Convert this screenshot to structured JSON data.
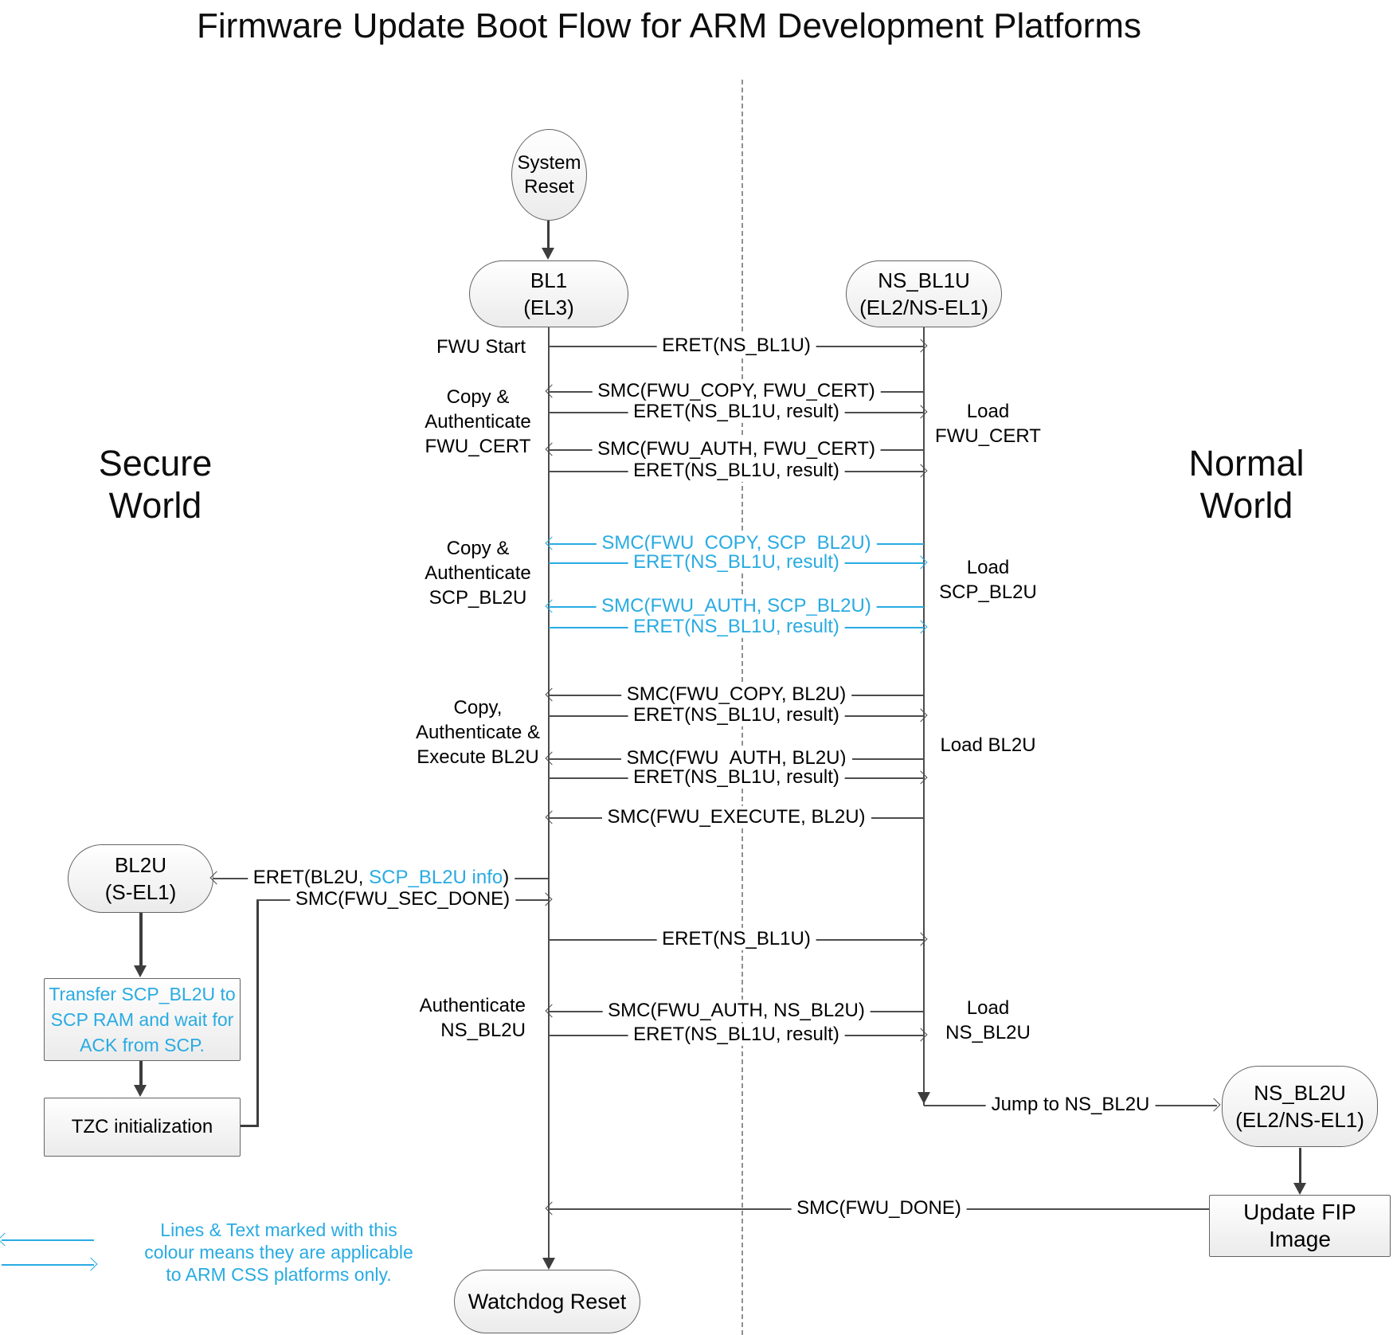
{
  "title": "Firmware Update Boot Flow for ARM Development Platforms",
  "world_labels": {
    "secure": "Secure\nWorld",
    "normal": "Normal\nWorld"
  },
  "nodes": {
    "system_reset": "System\nReset",
    "bl1": "BL1\n(EL3)",
    "ns_bl1u": "NS_BL1U\n(EL2/NS-EL1)",
    "bl2u": "BL2U\n(S-EL1)",
    "transfer_scp": "Transfer SCP_BL2U to\nSCP RAM and wait for\nACK from SCP.",
    "tzc_init": "TZC initialization",
    "ns_bl2u": "NS_BL2U\n(EL2/NS-EL1)",
    "update_fip": "Update FIP Image",
    "watchdog": "Watchdog Reset"
  },
  "messages": [
    {
      "label": "ERET(NS_BL1U)"
    },
    {
      "label": "SMC(FWU_COPY, FWU_CERT)"
    },
    {
      "label": "ERET(NS_BL1U, result)"
    },
    {
      "label": "SMC(FWU_AUTH, FWU_CERT)"
    },
    {
      "label": "ERET(NS_BL1U, result)"
    },
    {
      "label": "SMC(FWU_COPY, SCP_BL2U)",
      "css_only": true
    },
    {
      "label": "ERET(NS_BL1U, result)",
      "css_only": true
    },
    {
      "label": "SMC(FWU_AUTH, SCP_BL2U)",
      "css_only": true
    },
    {
      "label": "ERET(NS_BL1U, result)",
      "css_only": true
    },
    {
      "label": "SMC(FWU_COPY, BL2U)"
    },
    {
      "label": "ERET(NS_BL1U, result)"
    },
    {
      "label": "SMC(FWU_AUTH, BL2U)"
    },
    {
      "label": "ERET(NS_BL1U, result)"
    },
    {
      "label": "SMC(FWU_EXECUTE, BL2U)"
    },
    {
      "prefix": "ERET(BL2U, ",
      "highlight": "SCP_BL2U info",
      "suffix": ")"
    },
    {
      "label": "SMC(FWU_SEC_DONE)"
    },
    {
      "label": "ERET(NS_BL1U)"
    },
    {
      "label": "SMC(FWU_AUTH, NS_BL2U)"
    },
    {
      "label": "ERET(NS_BL1U, result)"
    },
    {
      "label": "Jump to NS_BL2U"
    },
    {
      "label": "SMC(FWU_DONE)"
    }
  ],
  "annotations": {
    "fwu_start": "FWU Start",
    "copy_auth_fwu_cert": "Copy &\nAuthenticate\nFWU_CERT",
    "copy_auth_scp_bl2u": "Copy &\nAuthenticate\nSCP_BL2U",
    "copy_auth_exec_bl2u": "Copy,\nAuthenticate &\nExecute BL2U",
    "auth_ns_bl2u": "Authenticate\nNS_BL2U",
    "load_fwu_cert": "Load\nFWU_CERT",
    "load_scp_bl2u": "Load\nSCP_BL2U",
    "load_bl2u": "Load BL2U",
    "load_ns_bl2u": "Load\nNS_BL2U"
  },
  "legend": {
    "text": "Lines & Text marked with this\ncolour means they are applicable\nto ARM CSS platforms only."
  },
  "colors": {
    "css_platform_blue": "#29ABE2",
    "line_gray": "#4d4d4d",
    "text_black": "#0d0d0d"
  }
}
